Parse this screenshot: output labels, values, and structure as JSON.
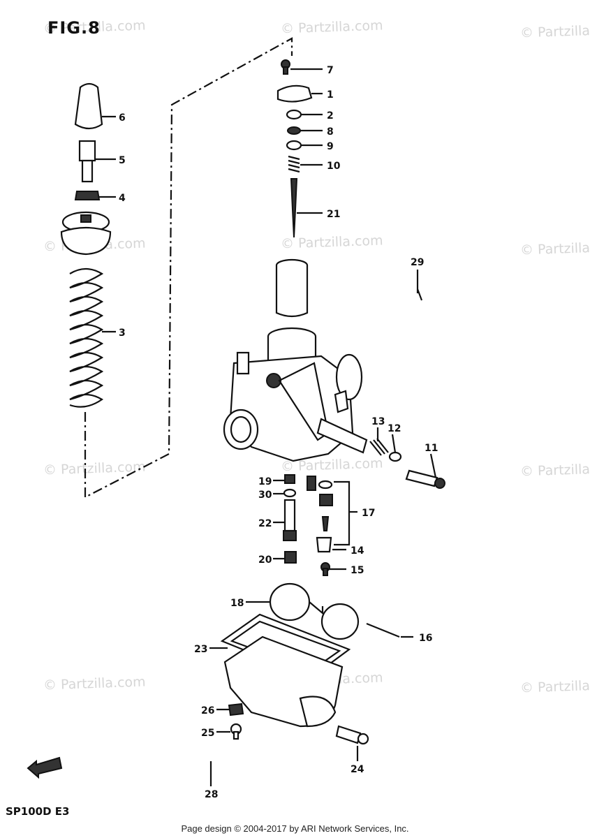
{
  "figure": {
    "title": "FIG.8",
    "model": "SP100D E3"
  },
  "watermark": "© Partzilla.com",
  "footer": "Page design © 2004-2017 by ARI Network Services, Inc.",
  "callouts": [
    "7",
    "1",
    "2",
    "8",
    "9",
    "10",
    "21",
    "6",
    "5",
    "4",
    "3",
    "29",
    "13",
    "12",
    "11",
    "19",
    "30",
    "17",
    "22",
    "14",
    "20",
    "15",
    "18",
    "16",
    "23",
    "26",
    "25",
    "24",
    "28"
  ]
}
